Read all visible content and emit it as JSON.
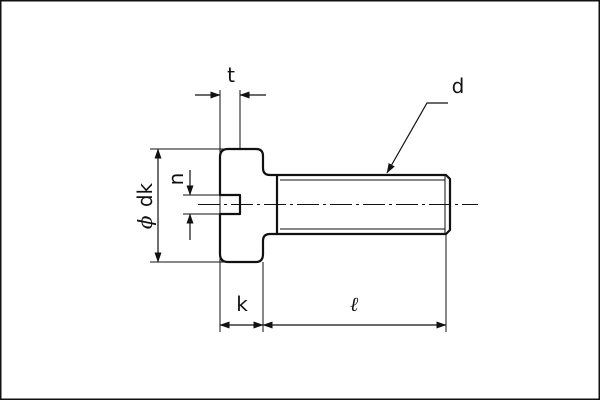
{
  "labels": {
    "t": "t",
    "d": "d",
    "n": "n",
    "dk": "dk",
    "dia_symbol": "ϕ",
    "k": "k",
    "l": "ℓ"
  },
  "colors": {
    "line": "#111111",
    "frame": "#111111",
    "background": "#ffffff"
  }
}
